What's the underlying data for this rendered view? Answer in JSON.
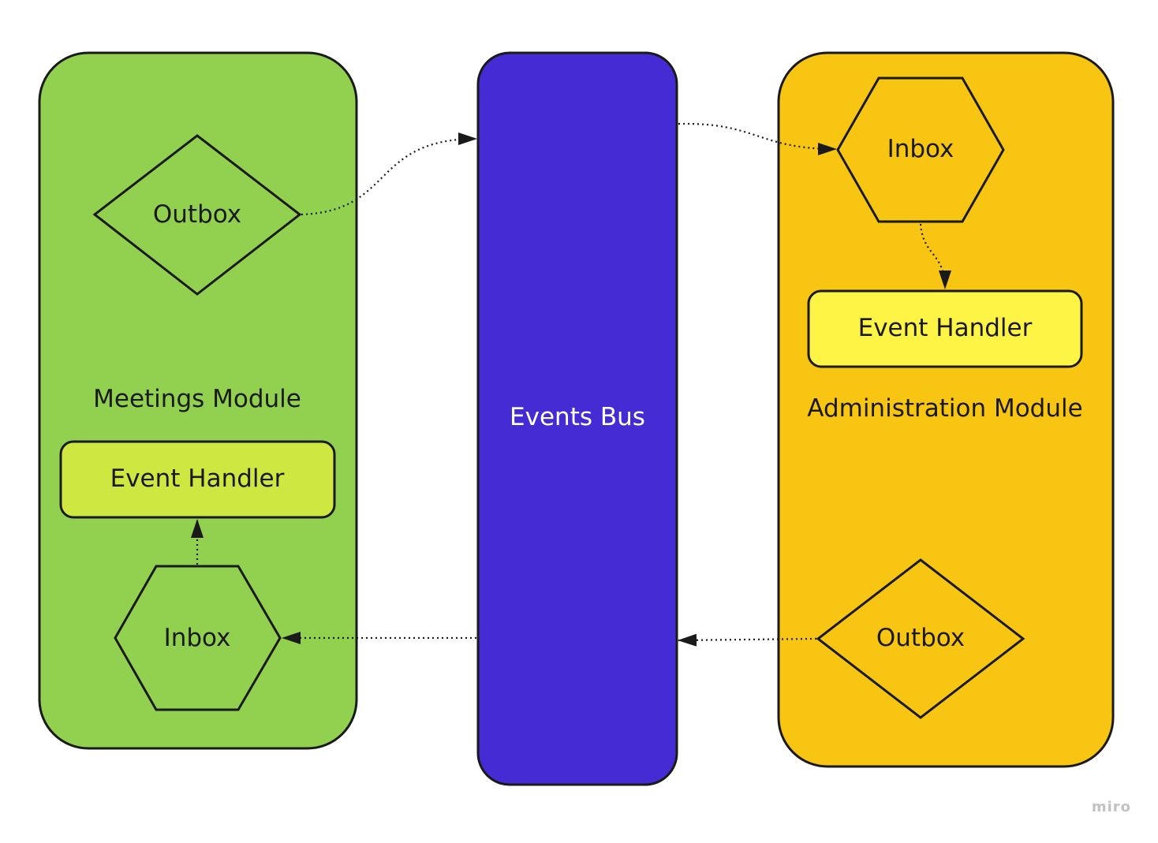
{
  "diagram": {
    "meetings": {
      "module_label": "Meetings Module",
      "outbox_label": "Outbox",
      "inbox_label": "Inbox",
      "handler_label": "Event Handler",
      "fill": "#92d14f",
      "handler_fill": "#cfe841"
    },
    "bus": {
      "label": "Events Bus",
      "fill": "#452bd3"
    },
    "administration": {
      "module_label": "Administration Module",
      "inbox_label": "Inbox",
      "outbox_label": "Outbox",
      "handler_label": "Event Handler",
      "fill": "#f8c612",
      "handler_fill": "#fef445"
    },
    "watermark": "miro"
  }
}
